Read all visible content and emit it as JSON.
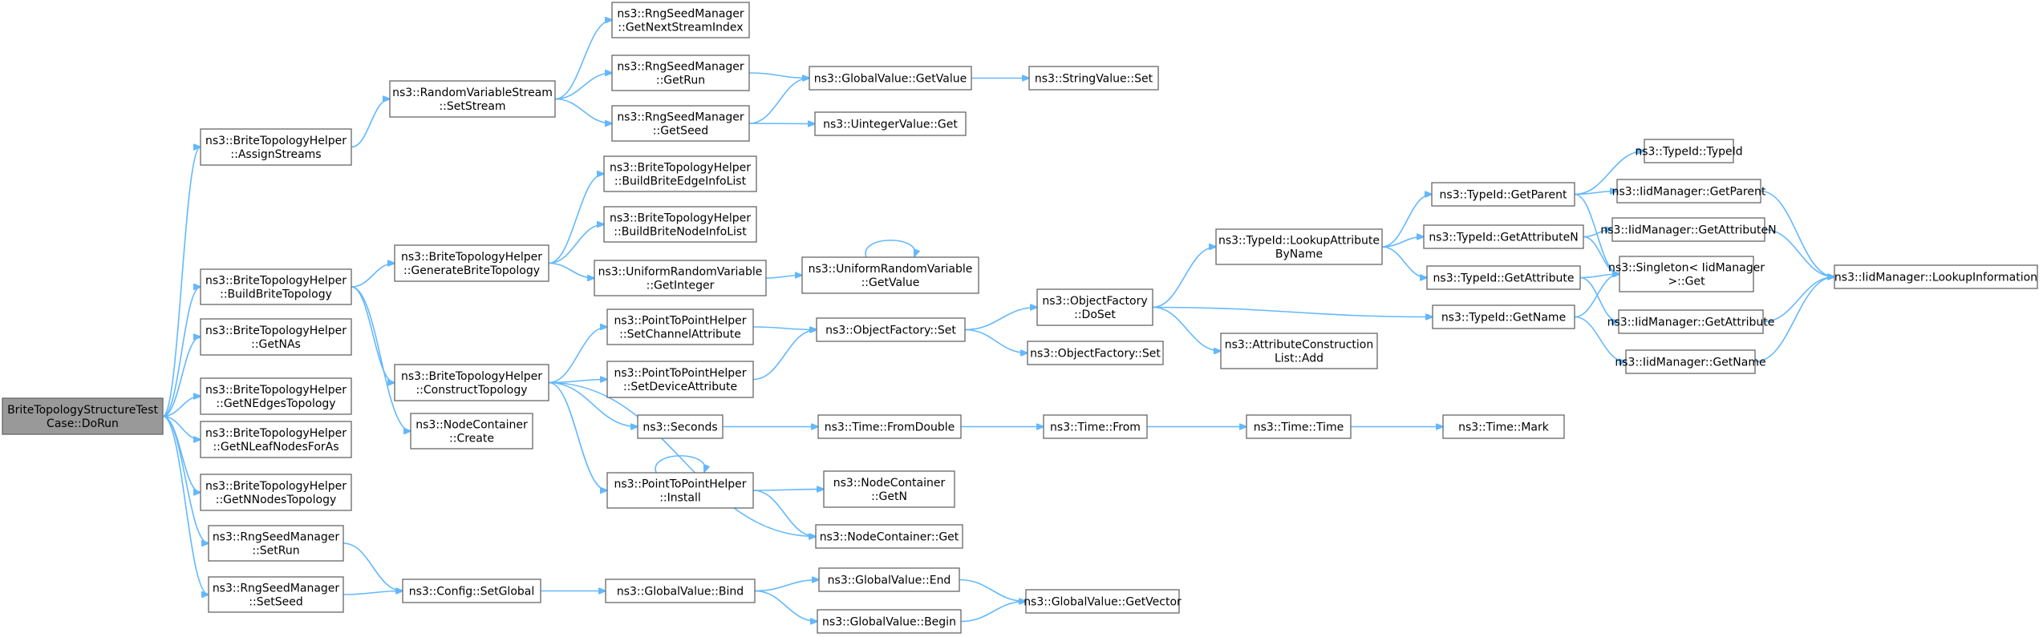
{
  "nodes": [
    {
      "id": "n0",
      "lines": [
        "BriteTopologyStructureTest",
        "Case::DoRun"
      ],
      "root": true
    },
    {
      "id": "n1",
      "lines": [
        "ns3::BriteTopologyHelper",
        "::AssignStreams"
      ]
    },
    {
      "id": "n2",
      "lines": [
        "ns3::BriteTopologyHelper",
        "::BuildBriteTopology"
      ]
    },
    {
      "id": "n3",
      "lines": [
        "ns3::BriteTopologyHelper",
        "::GetNAs"
      ]
    },
    {
      "id": "n4",
      "lines": [
        "ns3::BriteTopologyHelper",
        "::GetNEdgesTopology"
      ]
    },
    {
      "id": "n5",
      "lines": [
        "ns3::BriteTopologyHelper",
        "::GetNLeafNodesForAs"
      ]
    },
    {
      "id": "n6",
      "lines": [
        "ns3::BriteTopologyHelper",
        "::GetNNodesTopology"
      ]
    },
    {
      "id": "n7",
      "lines": [
        "ns3::RngSeedManager",
        "::SetRun"
      ]
    },
    {
      "id": "n8",
      "lines": [
        "ns3::RngSeedManager",
        "::SetSeed"
      ]
    },
    {
      "id": "n9",
      "lines": [
        "ns3::RandomVariableStream",
        "::SetStream"
      ]
    },
    {
      "id": "n10",
      "lines": [
        "ns3::BriteTopologyHelper",
        "::GenerateBriteTopology"
      ]
    },
    {
      "id": "n11",
      "lines": [
        "ns3::BriteTopologyHelper",
        "::ConstructTopology"
      ]
    },
    {
      "id": "n12",
      "lines": [
        "ns3::NodeContainer",
        "::Create"
      ]
    },
    {
      "id": "n13",
      "lines": [
        "ns3::Config::SetGlobal"
      ]
    },
    {
      "id": "n14",
      "lines": [
        "ns3::RngSeedManager",
        "::GetNextStreamIndex"
      ]
    },
    {
      "id": "n15",
      "lines": [
        "ns3::RngSeedManager",
        "::GetRun"
      ]
    },
    {
      "id": "n16",
      "lines": [
        "ns3::RngSeedManager",
        "::GetSeed"
      ]
    },
    {
      "id": "n17",
      "lines": [
        "ns3::BriteTopologyHelper",
        "::BuildBriteEdgeInfoList"
      ]
    },
    {
      "id": "n18",
      "lines": [
        "ns3::BriteTopologyHelper",
        "::BuildBriteNodeInfoList"
      ]
    },
    {
      "id": "n19",
      "lines": [
        "ns3::UniformRandomVariable",
        "::GetInteger"
      ]
    },
    {
      "id": "n20",
      "lines": [
        "ns3::PointToPointHelper",
        "::SetChannelAttribute"
      ]
    },
    {
      "id": "n21",
      "lines": [
        "ns3::PointToPointHelper",
        "::SetDeviceAttribute"
      ]
    },
    {
      "id": "n22",
      "lines": [
        "ns3::Seconds"
      ]
    },
    {
      "id": "n23",
      "lines": [
        "ns3::PointToPointHelper",
        "::Install"
      ]
    },
    {
      "id": "n24",
      "lines": [
        "ns3::GlobalValue::Bind"
      ]
    },
    {
      "id": "n25",
      "lines": [
        "ns3::GlobalValue::GetValue"
      ]
    },
    {
      "id": "n26",
      "lines": [
        "ns3::UintegerValue::Get"
      ]
    },
    {
      "id": "n27",
      "lines": [
        "ns3::UniformRandomVariable",
        "::GetValue"
      ]
    },
    {
      "id": "n28",
      "lines": [
        "ns3::ObjectFactory::Set"
      ]
    },
    {
      "id": "n29",
      "lines": [
        "ns3::Time::FromDouble"
      ]
    },
    {
      "id": "n30",
      "lines": [
        "ns3::NodeContainer",
        "::GetN"
      ]
    },
    {
      "id": "n31",
      "lines": [
        "ns3::NodeContainer::Get"
      ]
    },
    {
      "id": "n32",
      "lines": [
        "ns3::GlobalValue::End"
      ]
    },
    {
      "id": "n33",
      "lines": [
        "ns3::GlobalValue::Begin"
      ]
    },
    {
      "id": "n34",
      "lines": [
        "ns3::StringValue::Set"
      ]
    },
    {
      "id": "n35",
      "lines": [
        "ns3::ObjectFactory",
        "::DoSet"
      ]
    },
    {
      "id": "n36",
      "lines": [
        "ns3::ObjectFactory::Set"
      ]
    },
    {
      "id": "n37",
      "lines": [
        "ns3::Time::From"
      ]
    },
    {
      "id": "n38",
      "lines": [
        "ns3::GlobalValue::GetVector"
      ]
    },
    {
      "id": "n39",
      "lines": [
        "ns3::TypeId::LookupAttribute",
        "ByName"
      ]
    },
    {
      "id": "n40",
      "lines": [
        "ns3::AttributeConstruction",
        "List::Add"
      ]
    },
    {
      "id": "n41",
      "lines": [
        "ns3::Time::Time"
      ]
    },
    {
      "id": "n42",
      "lines": [
        "ns3::TypeId::GetParent"
      ]
    },
    {
      "id": "n43",
      "lines": [
        "ns3::TypeId::GetAttributeN"
      ]
    },
    {
      "id": "n44",
      "lines": [
        "ns3::TypeId::GetAttribute"
      ]
    },
    {
      "id": "n45",
      "lines": [
        "ns3::TypeId::GetName"
      ]
    },
    {
      "id": "n46",
      "lines": [
        "ns3::Time::Mark"
      ]
    },
    {
      "id": "n47",
      "lines": [
        "ns3::TypeId::TypeId"
      ]
    },
    {
      "id": "n48",
      "lines": [
        "ns3::IidManager::GetParent"
      ]
    },
    {
      "id": "n49",
      "lines": [
        "ns3::IidManager::GetAttributeN"
      ]
    },
    {
      "id": "n50",
      "lines": [
        "ns3::Singleton< IidManager",
        " >::Get"
      ]
    },
    {
      "id": "n51",
      "lines": [
        "ns3::IidManager::GetAttribute"
      ]
    },
    {
      "id": "n52",
      "lines": [
        "ns3::IidManager::GetName"
      ]
    },
    {
      "id": "n53",
      "lines": [
        "ns3::IidManager::LookupInformation"
      ]
    }
  ],
  "edges": [
    [
      "n0",
      "n1"
    ],
    [
      "n0",
      "n2"
    ],
    [
      "n0",
      "n3"
    ],
    [
      "n0",
      "n4"
    ],
    [
      "n0",
      "n5"
    ],
    [
      "n0",
      "n6"
    ],
    [
      "n0",
      "n7"
    ],
    [
      "n0",
      "n8"
    ],
    [
      "n1",
      "n9"
    ],
    [
      "n9",
      "n14"
    ],
    [
      "n9",
      "n15"
    ],
    [
      "n9",
      "n16"
    ],
    [
      "n15",
      "n25"
    ],
    [
      "n16",
      "n25"
    ],
    [
      "n16",
      "n26"
    ],
    [
      "n25",
      "n34"
    ],
    [
      "n2",
      "n10"
    ],
    [
      "n2",
      "n11"
    ],
    [
      "n2",
      "n12"
    ],
    [
      "n10",
      "n17"
    ],
    [
      "n10",
      "n18"
    ],
    [
      "n10",
      "n19"
    ],
    [
      "n19",
      "n27"
    ],
    [
      "n27",
      "n27"
    ],
    [
      "n11",
      "n20"
    ],
    [
      "n11",
      "n21"
    ],
    [
      "n11",
      "n22"
    ],
    [
      "n11",
      "n23"
    ],
    [
      "n11",
      "n31"
    ],
    [
      "n20",
      "n28"
    ],
    [
      "n21",
      "n28"
    ],
    [
      "n28",
      "n35"
    ],
    [
      "n28",
      "n36"
    ],
    [
      "n35",
      "n39"
    ],
    [
      "n35",
      "n40"
    ],
    [
      "n35",
      "n45"
    ],
    [
      "n39",
      "n42"
    ],
    [
      "n39",
      "n43"
    ],
    [
      "n39",
      "n44"
    ],
    [
      "n42",
      "n47"
    ],
    [
      "n42",
      "n48"
    ],
    [
      "n42",
      "n50"
    ],
    [
      "n43",
      "n49"
    ],
    [
      "n43",
      "n50"
    ],
    [
      "n44",
      "n50"
    ],
    [
      "n44",
      "n51"
    ],
    [
      "n45",
      "n50"
    ],
    [
      "n45",
      "n52"
    ],
    [
      "n48",
      "n53"
    ],
    [
      "n49",
      "n53"
    ],
    [
      "n51",
      "n53"
    ],
    [
      "n52",
      "n53"
    ],
    [
      "n22",
      "n29"
    ],
    [
      "n29",
      "n37"
    ],
    [
      "n37",
      "n41"
    ],
    [
      "n41",
      "n46"
    ],
    [
      "n23",
      "n23"
    ],
    [
      "n23",
      "n30"
    ],
    [
      "n23",
      "n31"
    ],
    [
      "n7",
      "n13"
    ],
    [
      "n8",
      "n13"
    ],
    [
      "n13",
      "n24"
    ],
    [
      "n24",
      "n32"
    ],
    [
      "n24",
      "n33"
    ],
    [
      "n32",
      "n38"
    ],
    [
      "n33",
      "n38"
    ]
  ]
}
